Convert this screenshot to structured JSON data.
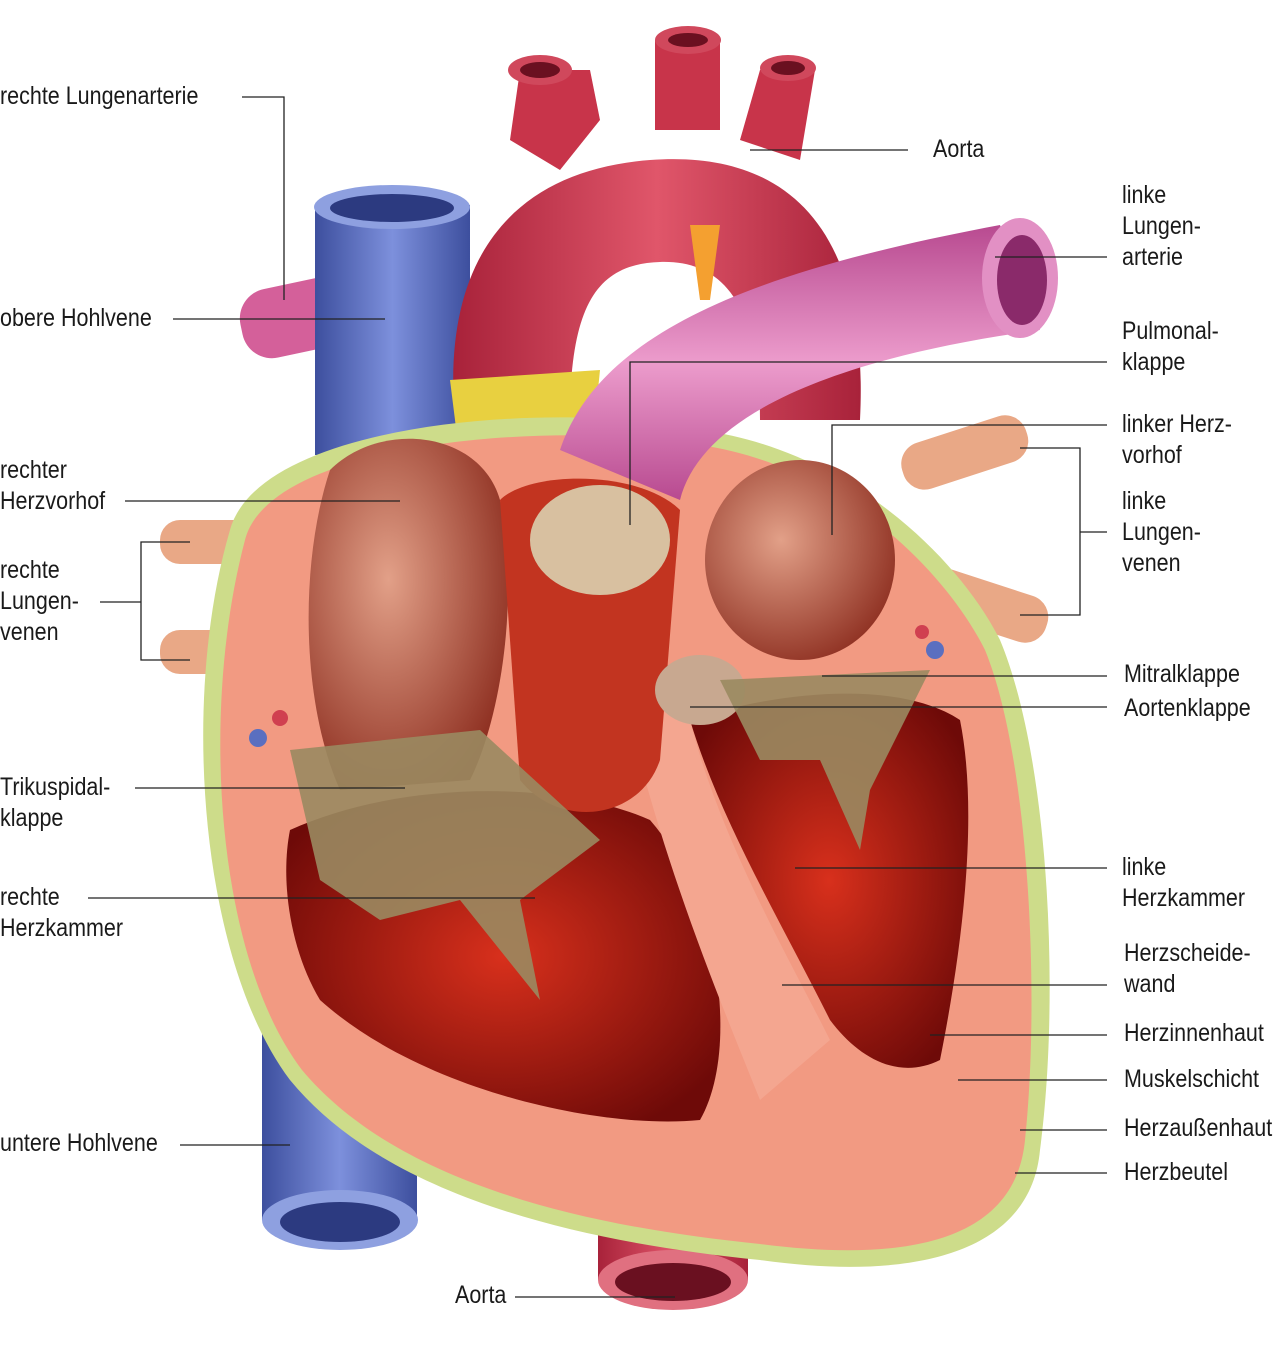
{
  "labels": {
    "rechte_lungenarterie": "rechte Lungenarterie",
    "aorta_top": "Aorta",
    "linke_lungenarterie": [
      "linke",
      "Lungen-",
      "arterie"
    ],
    "obere_hohlvene": "obere Hohlvene",
    "pulmonalklappe": [
      "Pulmonal-",
      "klappe"
    ],
    "linker_herzvorhof": [
      "linker Herz-",
      "vorhof"
    ],
    "linke_lungenvenen": [
      "linke",
      "Lungen-",
      "venen"
    ],
    "rechter_herzvorhof": [
      "rechter",
      "Herzvorhof"
    ],
    "rechte_lungenvenen": [
      "rechte",
      "Lungen-",
      "venen"
    ],
    "mitralklappe": "Mitralklappe",
    "aortenklappe": "Aortenklappe",
    "trikuspidalklappe": [
      "Trikuspidal-",
      "klappe"
    ],
    "rechte_herzkammer": [
      "rechte",
      "Herzkammer"
    ],
    "linke_herzkammer": [
      "linke",
      "Herzkammer"
    ],
    "herzscheidewand": [
      "Herzscheide-",
      "wand"
    ],
    "herzinnenhaut": "Herzinnenhaut",
    "muskelschicht": "Muskelschicht",
    "herzaussenhaut": "Herzaußenhaut",
    "herzbeutel": "Herzbeutel",
    "untere_hohlvene": "untere Hohlvene",
    "aorta_bottom": "Aorta"
  },
  "colors": {
    "vein": "#5a6fc0",
    "aorta": "#c8344a",
    "pulmonary_artery": "#d46aa8",
    "muscle": "#f29a82",
    "chamber": "#a8140f",
    "valve": "#b9a88a",
    "pericardium": "#cddc8a"
  }
}
